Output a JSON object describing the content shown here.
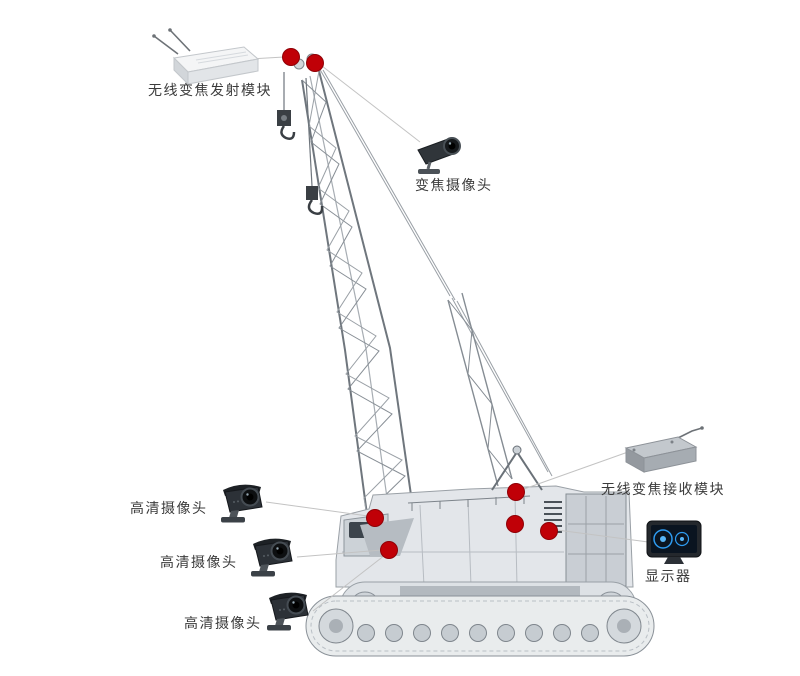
{
  "diagram": {
    "labels": {
      "transmitter": "无线变焦发射模块",
      "zoom_camera": "变焦摄像头",
      "receiver": "无线变焦接收模块",
      "monitor": "显示器",
      "hd_camera_top": "高清摄像头",
      "hd_camera_middle": "高清摄像头",
      "hd_camera_bottom": "高清摄像头"
    },
    "icons": {
      "transmitter": "wireless-transmitter-module-icon",
      "zoom_camera": "zoom-camera-icon",
      "receiver": "wireless-receiver-module-icon",
      "monitor": "display-monitor-icon",
      "hd_camera": "hd-camera-icon",
      "marker": "red-dot-marker"
    },
    "colors": {
      "background": "#ffffff",
      "marker": "#c00007",
      "label_text": "#3b3b3b",
      "connector_line": "#c3c3c3",
      "crane_fill": "#e3e6ea",
      "crane_outline": "#8e959c"
    },
    "marker_count": 7
  }
}
